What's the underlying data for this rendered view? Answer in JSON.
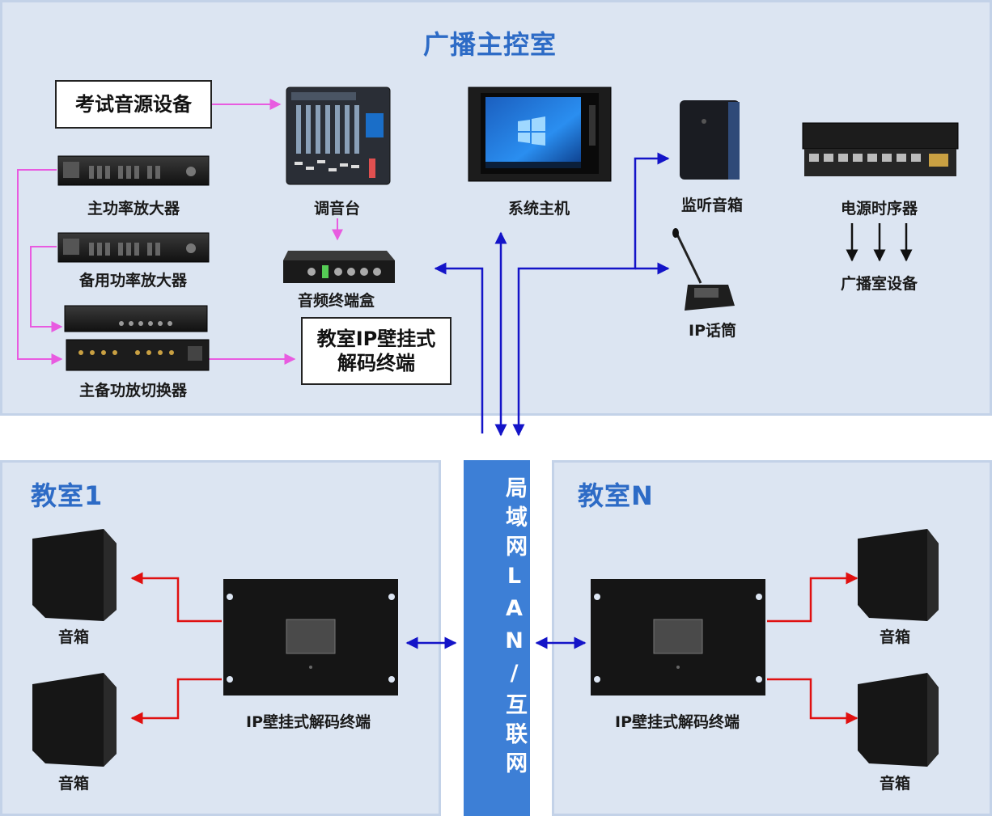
{
  "control_room": {
    "title": "广播主控室",
    "source_box": "考试音源设备",
    "amp_main": "主功率放大器",
    "amp_backup": "备用功率放大器",
    "switcher": "主备功放切换器",
    "mixer": "调音台",
    "audio_box": "音频终端盒",
    "decoder_box_line1": "教室IP壁挂式",
    "decoder_box_line2": "解码终端",
    "host": "系统主机",
    "monitor_speaker": "监听音箱",
    "ip_mic": "IP话筒",
    "sequencer": "电源时序器",
    "room_equipment": "广播室设备"
  },
  "network": {
    "label": "局域网LAN/互联网"
  },
  "classroom1": {
    "title": "教室1",
    "speaker_top": "音箱",
    "speaker_bottom": "音箱",
    "terminal": "IP壁挂式解码终端"
  },
  "classroomN": {
    "title": "教室N",
    "speaker_top": "音箱",
    "speaker_bottom": "音箱",
    "terminal": "IP壁挂式解码终端"
  },
  "colors": {
    "panel": "#dce5f2",
    "title": "#2d6bc6",
    "lan": "#3d7fd6",
    "pink_line": "#e85be0",
    "blue_line": "#1414c8",
    "red_line": "#e01010"
  }
}
